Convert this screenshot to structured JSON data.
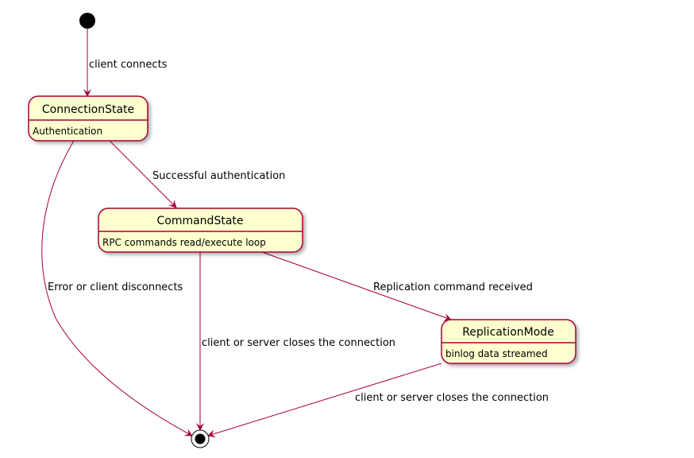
{
  "colors": {
    "state_fill": "#FEFECE",
    "state_border": "#A80036",
    "edge": "#A80036",
    "text": "#000000"
  },
  "states": {
    "connection": {
      "title": "ConnectionState",
      "desc": "Authentication"
    },
    "command": {
      "title": "CommandState",
      "desc": "RPC commands read/execute loop"
    },
    "replication": {
      "title": "ReplicationMode",
      "desc": "binlog data streamed"
    }
  },
  "transitions": {
    "start_to_connection": "client connects",
    "connection_to_command": "Successful authentication",
    "connection_to_end": "Error or client disconnects",
    "command_to_end": "client or server closes the connection",
    "command_to_replication": "Replication command received",
    "replication_to_end": "client or server closes the connection"
  }
}
